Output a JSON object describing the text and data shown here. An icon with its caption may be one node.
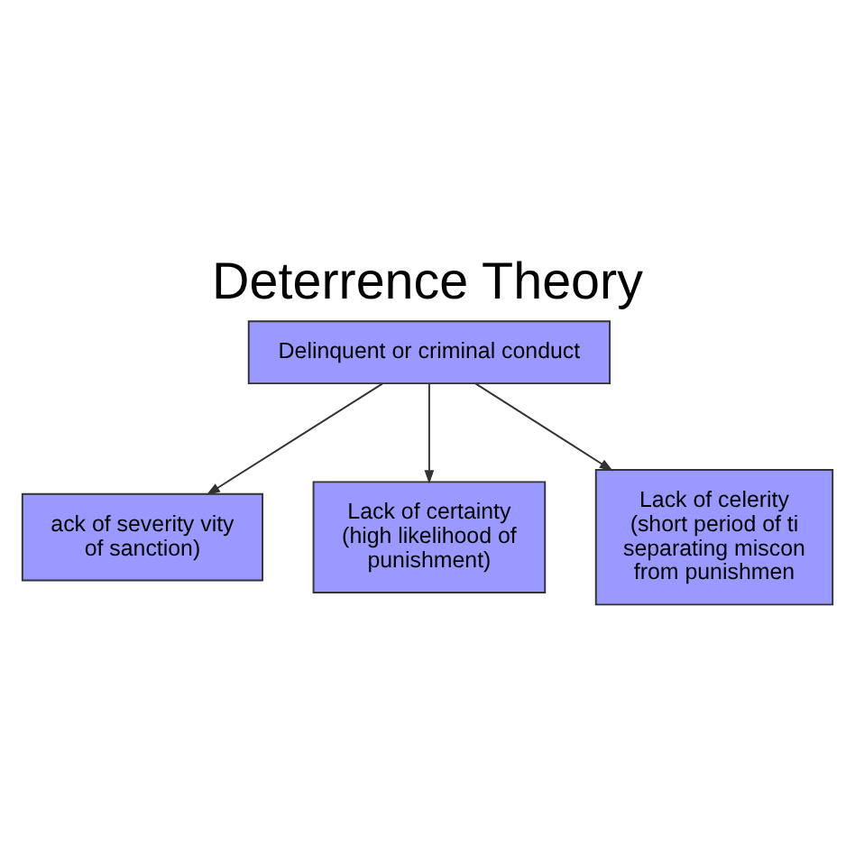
{
  "diagram": {
    "title": "Deterrence Theory",
    "nodes": [
      {
        "text": [
          "Delinquent or criminal conduct"
        ]
      },
      {
        "text": [
          "ack of severity vity of sanction)"
        ]
      },
      {
        "text": [
          "Lack of certainty (high likelihood of punishment)"
        ]
      },
      {
        "text": [
          "Lack of celerity (short period of ti separating miscon from punishmen"
        ]
      }
    ],
    "edges": [
      {
        "from": 0,
        "to": 1,
        "arrow": "to"
      },
      {
        "from": 0,
        "to": 2,
        "arrow": "to"
      },
      {
        "from": 0,
        "to": 3,
        "arrow": "to"
      }
    ]
  }
}
